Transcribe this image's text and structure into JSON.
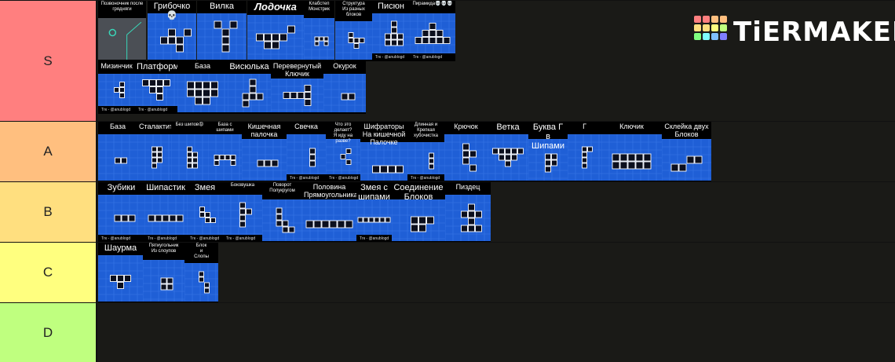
{
  "logo": {
    "text": "TiERMAKER",
    "grid_colors": [
      "#ff7f7f",
      "#ff7f7f",
      "#ffbf7f",
      "#ffbf7f",
      "#ffdf7f",
      "#ffdf7f",
      "#ffff7f",
      "#bfff7f",
      "#7fff7f",
      "#7fffff",
      "#7fbfff",
      "#7f7fff"
    ]
  },
  "credit": "Тгк - @anublogd",
  "tiers": [
    {
      "label": "S",
      "color": "#ff7f7f",
      "items": [
        {
          "caption": "Позвоночник после\nгрядняги",
          "style": "tiny",
          "shape": "spine",
          "credit": false
        },
        {
          "caption": "Грибочко 💀",
          "style": "big",
          "shape": "mushroom",
          "credit": false
        },
        {
          "caption": "Вилка",
          "style": "big",
          "shape": "fork",
          "credit": false
        },
        {
          "caption": "Лодочка",
          "style": "huge",
          "shape": "boat",
          "credit": false
        },
        {
          "caption": "Клабстеп\nМонстрик",
          "style": "tiny",
          "shape": "monster",
          "credit": false
        },
        {
          "caption": "Структура\nИз разных\nблоков",
          "style": "tiny",
          "shape": "structure",
          "credit": false
        },
        {
          "caption": "Писюн",
          "style": "big",
          "shape": "tower",
          "credit": true
        },
        {
          "caption": "Пирамида💀💀💀",
          "style": "tiny",
          "shape": "pyramid",
          "credit": true
        },
        {
          "caption": "Мизинчик",
          "style": "normal",
          "shape": "pinky",
          "credit": true
        },
        {
          "caption": "Платформа",
          "style": "big",
          "shape": "platform",
          "credit": true
        },
        {
          "caption": "База",
          "style": "normal",
          "shape": "base",
          "credit": false
        },
        {
          "caption": "Висюлька",
          "style": "big",
          "shape": "hanger",
          "credit": false
        },
        {
          "caption": "Перевернутый\nКлючик",
          "style": "normal",
          "shape": "key",
          "credit": false
        },
        {
          "caption": "Окурок",
          "style": "normal",
          "shape": "butt",
          "credit": false
        }
      ]
    },
    {
      "label": "A",
      "color": "#ffbf7f",
      "items": [
        {
          "caption": "База",
          "style": "normal",
          "shape": "base2",
          "credit": false
        },
        {
          "caption": "Сталактит",
          "style": "normal",
          "shape": "stalactite",
          "credit": false
        },
        {
          "caption": "Без шипов😡",
          "style": "tiny",
          "shape": "nospikes",
          "credit": false
        },
        {
          "caption": "База с шипами",
          "style": "tiny",
          "shape": "basespikes",
          "credit": false
        },
        {
          "caption": "Кишечная\nпалочка",
          "style": "normal",
          "shape": "stick",
          "credit": false
        },
        {
          "caption": "Свечка",
          "style": "normal",
          "shape": "candle",
          "credit": true
        },
        {
          "caption": "Что это делает?\nЯ иду на разве?",
          "style": "tiny",
          "shape": "hook",
          "credit": true
        },
        {
          "caption": "Шифраторы\nНа кишечной\nПалочке",
          "style": "normal",
          "shape": "cipher",
          "credit": false
        },
        {
          "caption": "Длинная и\nКрепкая\nхубочистка",
          "style": "tiny",
          "shape": "toothpick",
          "credit": true
        },
        {
          "caption": "Крючок",
          "style": "normal",
          "shape": "crochet",
          "credit": false
        },
        {
          "caption": "Ветка",
          "style": "big",
          "shape": "branch",
          "credit": false
        },
        {
          "caption": "Буква Г в\nШипами",
          "style": "big",
          "shape": "letterg",
          "credit": false
        },
        {
          "caption": "Г",
          "style": "normal",
          "shape": "g",
          "credit": false
        },
        {
          "caption": "Ключик",
          "style": "normal",
          "shape": "key2",
          "credit": false
        },
        {
          "caption": "Склейка двух\nБлоков",
          "style": "normal",
          "shape": "glue",
          "credit": false
        }
      ]
    },
    {
      "label": "B",
      "color": "#ffdf7f",
      "items": [
        {
          "caption": "Зубики",
          "style": "big",
          "shape": "teeth",
          "credit": true
        },
        {
          "caption": "Шипастик",
          "style": "big",
          "shape": "spiky",
          "credit": true
        },
        {
          "caption": "Змея",
          "style": "big",
          "shape": "snake",
          "credit": true
        },
        {
          "caption": "Боковушка",
          "style": "tiny",
          "shape": "side",
          "credit": true
        },
        {
          "caption": "Поворот\nПолукругом",
          "style": "tiny",
          "shape": "turn",
          "credit": false
        },
        {
          "caption": "Половина\nПрямоугольника",
          "style": "normal",
          "shape": "half",
          "credit": false
        },
        {
          "caption": "Змея с\nшипами",
          "style": "big",
          "shape": "snakespikes",
          "credit": true
        },
        {
          "caption": "Соединение\nБлоков",
          "style": "big",
          "shape": "join",
          "credit": false
        },
        {
          "caption": "Пиздец",
          "style": "normal",
          "shape": "cross",
          "credit": false
        }
      ]
    },
    {
      "label": "C",
      "color": "#ffff7f",
      "items": [
        {
          "caption": "Шаурма",
          "style": "big",
          "shape": "shawarma",
          "credit": false
        },
        {
          "caption": "Пятиугольник\nИз слоупов",
          "style": "tiny",
          "shape": "pentagon",
          "credit": false
        },
        {
          "caption": "Блок\nи\nСлопы",
          "style": "tiny",
          "shape": "slopes",
          "credit": false
        }
      ]
    },
    {
      "label": "D",
      "color": "#bfff7f",
      "items": []
    }
  ]
}
